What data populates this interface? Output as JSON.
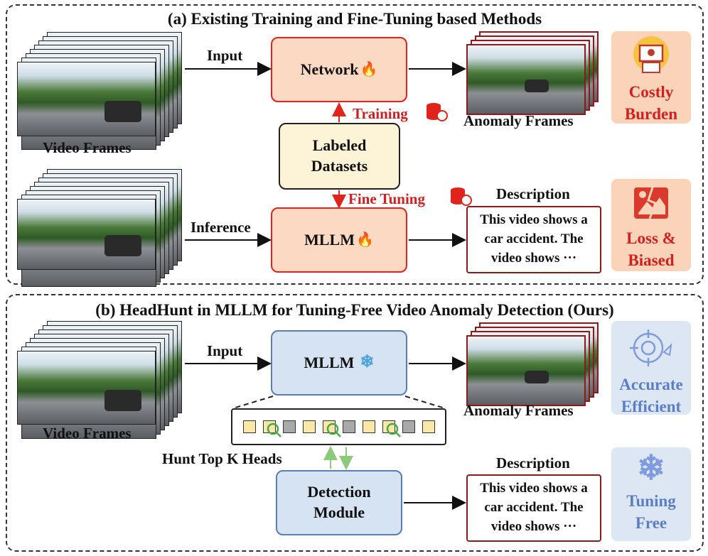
{
  "panel_a": {
    "title": "(a) Existing Training and Fine-Tuning based Methods",
    "video_frames_top": "Video Frames",
    "input": "Input",
    "network": "Network",
    "training": "Training",
    "anomaly_frames": "Anomaly Frames",
    "labeled_datasets_line1": "Labeled",
    "labeled_datasets_line2": "Datasets",
    "fine_tuning": "Fine Tuning",
    "inference": "Inference",
    "mllm": "MLLM",
    "description_label": "Description",
    "description_lines": [
      "This video shows a",
      "car accident. The",
      "video shows ···"
    ],
    "side_top": [
      "Costly",
      "Burden"
    ],
    "side_bottom": [
      "Loss &",
      "Biased"
    ]
  },
  "panel_b": {
    "title": "(b) HeadHunt in MLLM for Tuning-Free Video Anomaly Detection (Ours)",
    "input": "Input",
    "mllm": "MLLM",
    "video_frames": "Video Frames",
    "anomaly_frames": "Anomaly Frames",
    "hunt_label": "Hunt Top K Heads",
    "detection_line1": "Detection",
    "detection_line2": "Module",
    "description_label": "Description",
    "description_lines": [
      "This video shows a",
      "car accident. The",
      "video shows ···"
    ],
    "side_top": [
      "Accurate",
      "Efficient"
    ],
    "side_bottom": [
      "Tuning",
      "Free"
    ]
  },
  "colors": {
    "negative": "#d21f1f",
    "positive": "#5a7fc4",
    "training_arrow": "#e0241c",
    "head_arrow": "#8cc97a"
  },
  "icons": [
    "fire-icon",
    "database-clock-icon",
    "snowflake-icon",
    "target-rocket-icon",
    "person-monitor-icon",
    "broken-image-icon",
    "magnifier-icon"
  ]
}
